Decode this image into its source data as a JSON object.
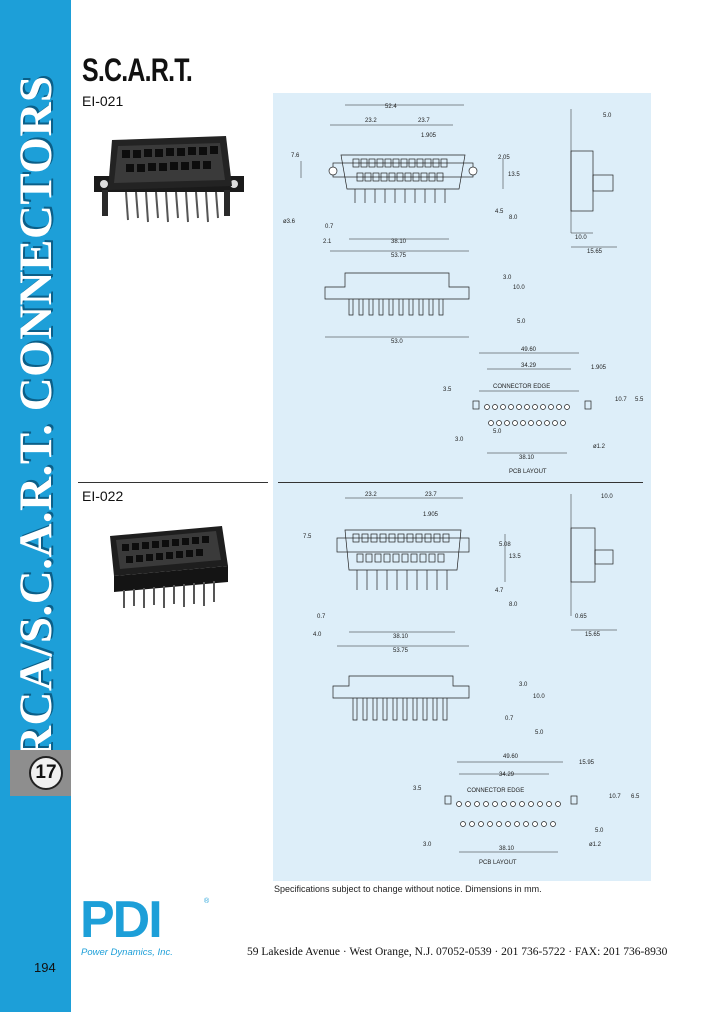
{
  "header": {
    "title": "S.C.A.R.T."
  },
  "sidebar": {
    "category": "RCA/S.C.A.R.T. CONNECTORS",
    "section_number": "17",
    "page_number": "194"
  },
  "products": [
    {
      "part_number": "EI-021",
      "drawing": {
        "front_dims": [
          "52.4",
          "23.2",
          "23.7",
          "1.905",
          "7.6",
          "2.05",
          "13.5",
          "4.5",
          "8.0",
          "ø3.6",
          "0.7",
          "2.1",
          "38.10",
          "53.75"
        ],
        "side_dims": [
          "5.0",
          "10.0",
          "15.65"
        ],
        "bottom_dims": [
          "3.0",
          "10.0",
          "5.0",
          "53.0"
        ],
        "pcb_dims": [
          "49.60",
          "34.29",
          "1.905",
          "3.5",
          "10.7",
          "5.5",
          "5.0",
          "3.0",
          "ø1.2",
          "38.10"
        ],
        "connector_edge_label": "CONNECTOR EDGE",
        "pcb_label": "PCB LAYOUT"
      }
    },
    {
      "part_number": "EI-022",
      "drawing": {
        "front_dims": [
          "23.2",
          "23.7",
          "1.905",
          "7.5",
          "5.08",
          "13.5",
          "4.7",
          "8.0",
          "0.7",
          "4.0",
          "38.10",
          "53.75"
        ],
        "side_dims": [
          "10.0",
          "0.65",
          "15.65"
        ],
        "bottom_dims": [
          "3.0",
          "10.0",
          "0.7",
          "5.0"
        ],
        "pcb_dims": [
          "49.60",
          "34.29",
          "15.95",
          "3.5",
          "10.7",
          "6.5",
          "5.0",
          "3.0",
          "ø1.2",
          "38.10"
        ],
        "connector_edge_label": "CONNECTOR EDGE",
        "pcb_label": "PCB LAYOUT"
      }
    }
  ],
  "footer": {
    "note": "Specifications subject to change without notice. Dimensions in mm.",
    "logo_text": "PDI",
    "logo_subtext": "Power Dynamics, Inc.",
    "address": "59 Lakeside Avenue · West Orange, N.J. 07052-0539 · 201 736-5722 · FAX: 201 736-8930"
  },
  "colors": {
    "sidebar": "#1d9fd8",
    "drawing_panel": "#ddeef9",
    "badge": "#8e8e8e"
  }
}
